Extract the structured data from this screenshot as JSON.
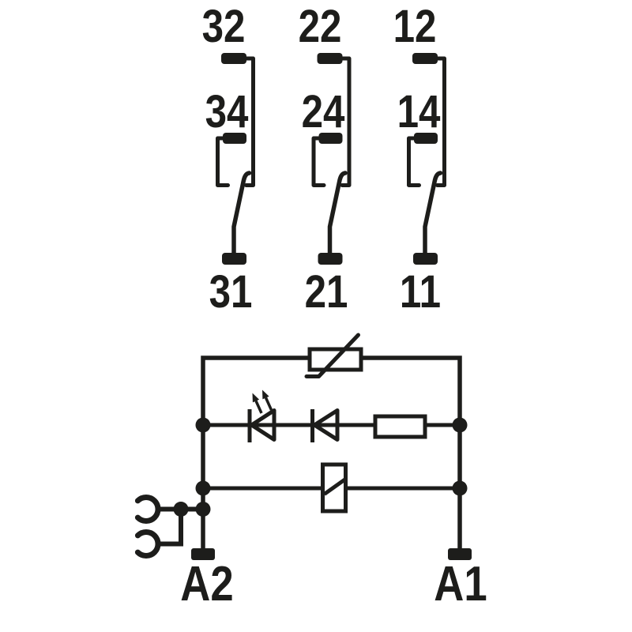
{
  "diagram": {
    "kind": "relay-schematic",
    "colors": {
      "ink": "#1d1d1b",
      "background": "#ffffff"
    },
    "contact_groups": [
      {
        "nc": "32",
        "no": "34",
        "com": "31"
      },
      {
        "nc": "22",
        "no": "24",
        "com": "21"
      },
      {
        "nc": "12",
        "no": "14",
        "com": "11"
      }
    ],
    "coil": {
      "left_terminal": "A2",
      "right_terminal": "A1"
    },
    "components": {
      "top_branch": "varistor",
      "middle_branch": [
        "led",
        "diode",
        "resistor"
      ],
      "bottom_branch": "relay-coil",
      "left_attachment": "plug-connector"
    }
  }
}
